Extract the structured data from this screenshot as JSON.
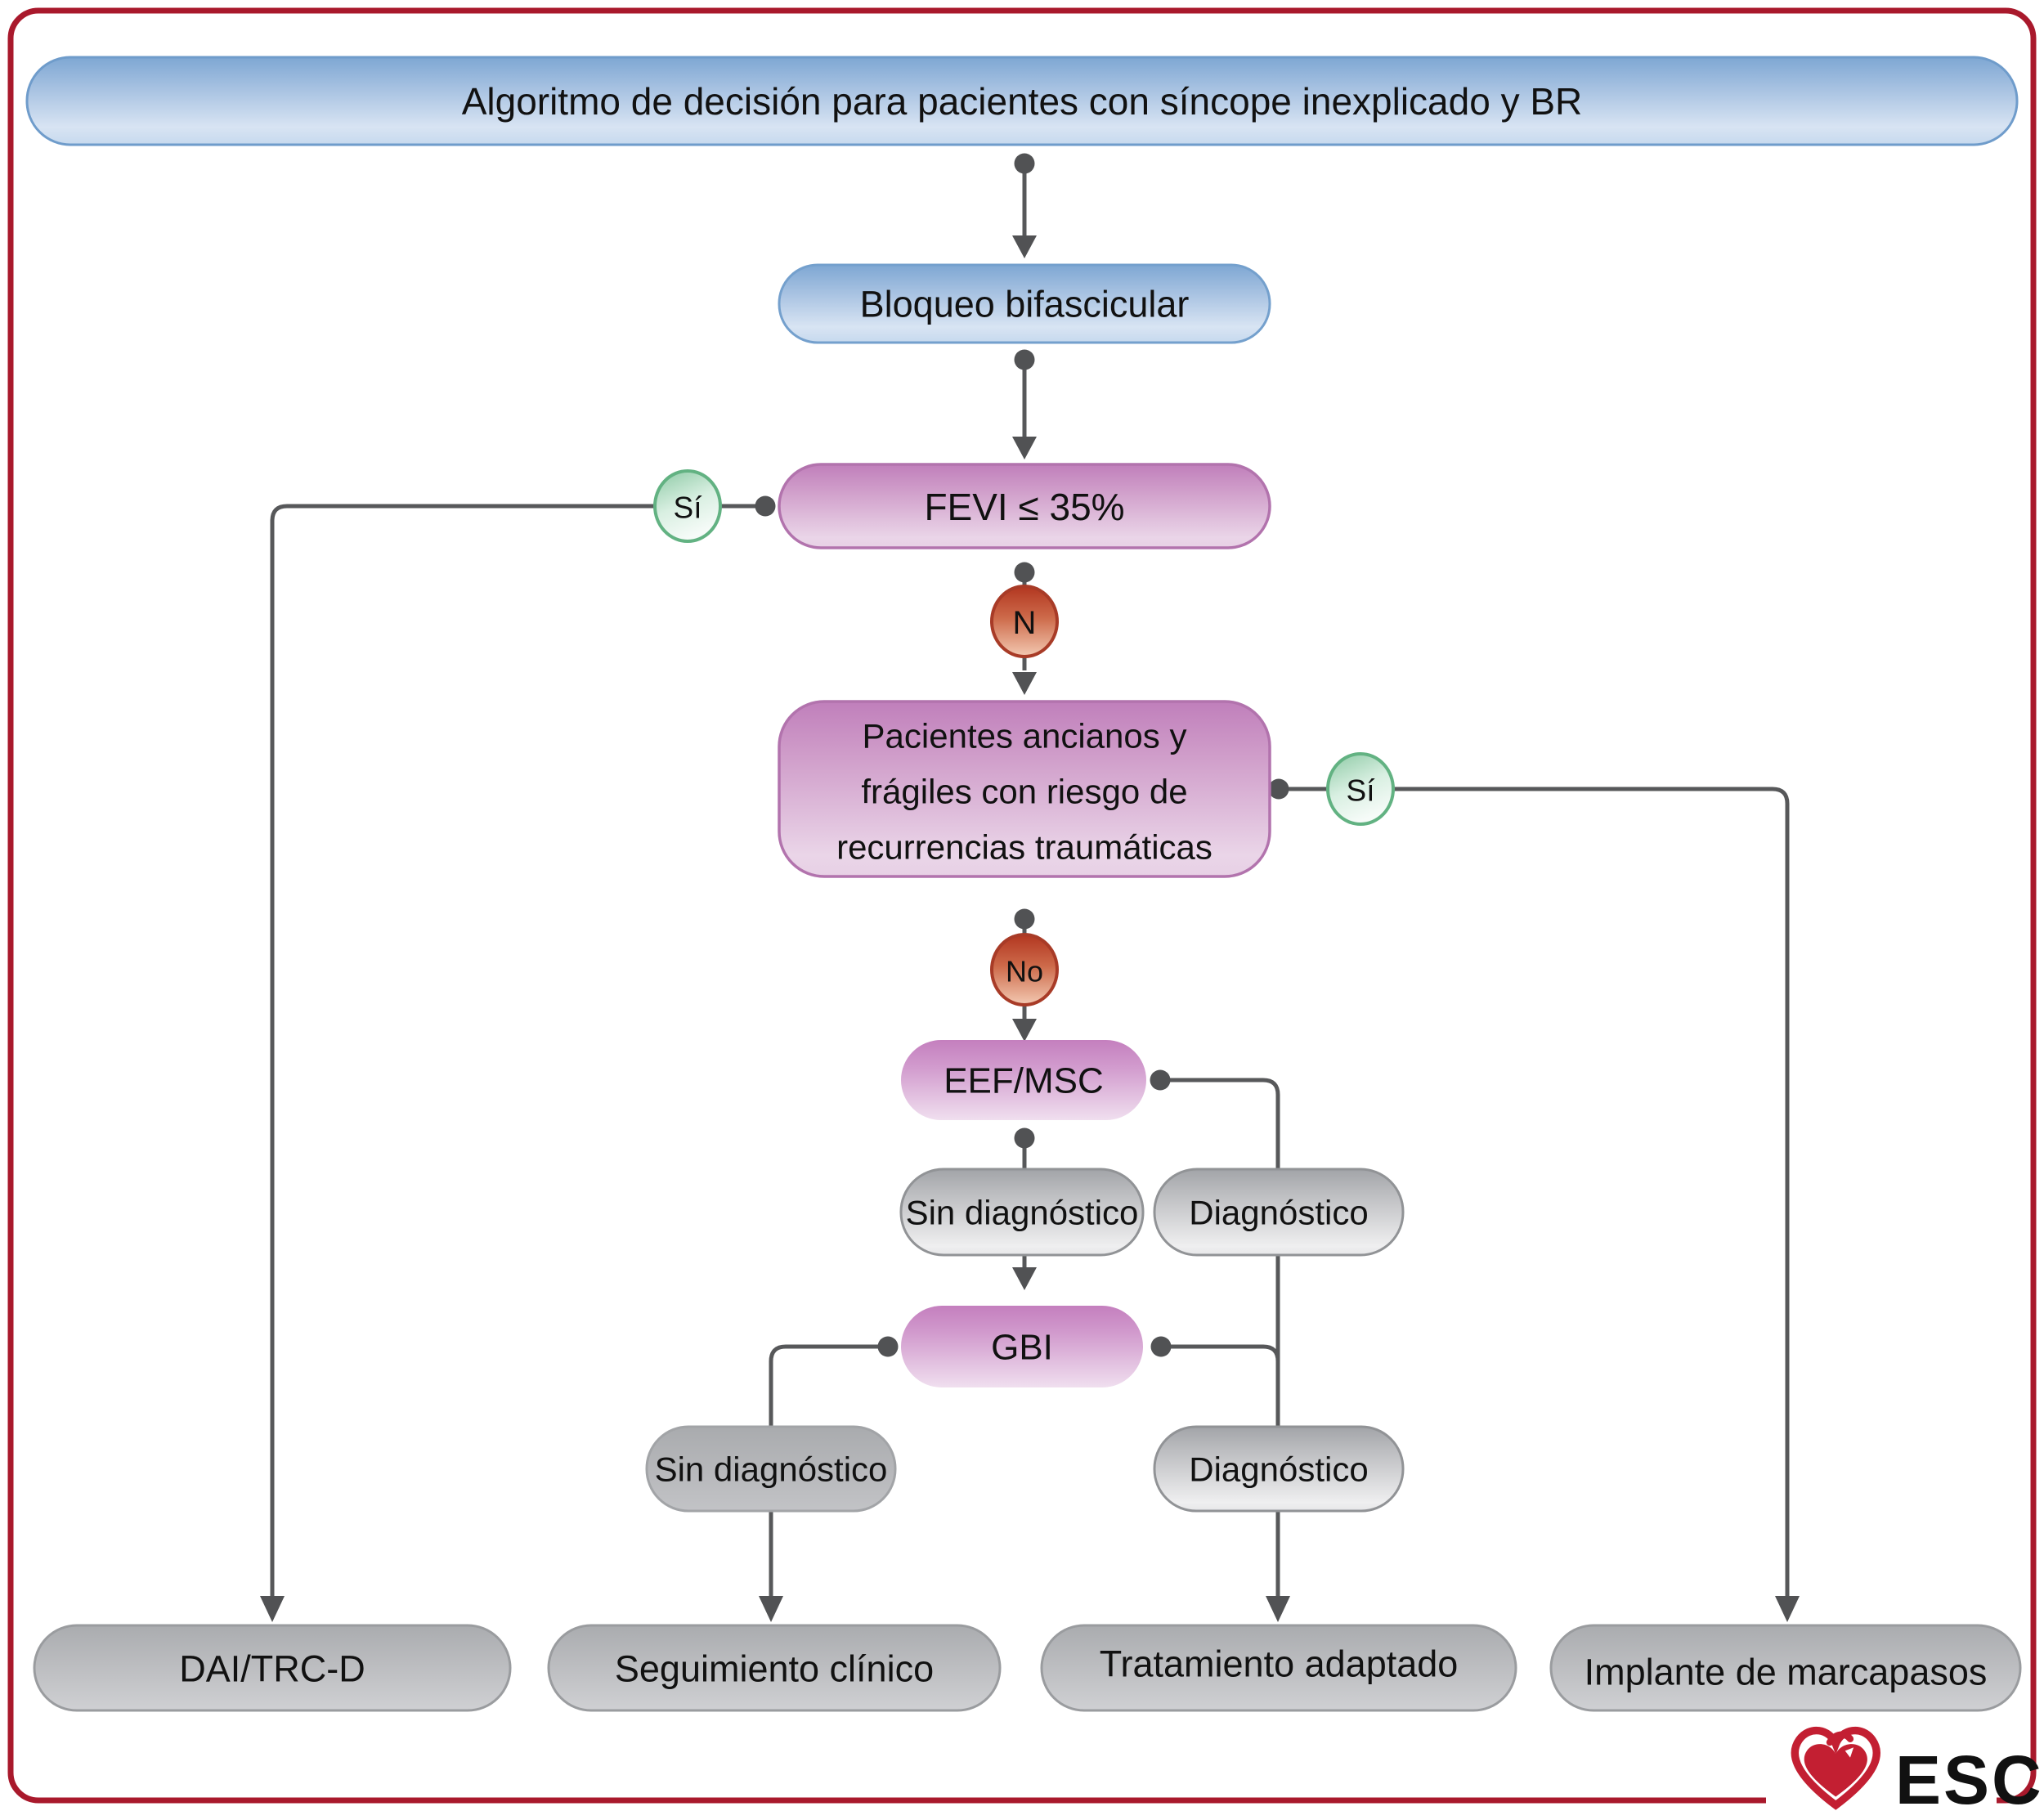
{
  "title": "Algoritmo de decisión para pacientes con síncope inexplicado y BR",
  "nodes": {
    "bloqueo": "Bloqueo bifascicular",
    "fevi": "FEVI ≤ 35%",
    "pacientes_l1": "Pacientes ancianos y",
    "pacientes_l2": "frágiles con riesgo de",
    "pacientes_l3": "recurrencias traumáticas",
    "eef": "EEF/MSC",
    "gbi": "GBI",
    "sin_diagnostico_1": "Sin diagnóstico",
    "diagnostico_1": "Diagnóstico",
    "sin_diagnostico_2": "Sin diagnóstico",
    "diagnostico_2": "Diagnóstico",
    "dai": "DAI/TRC-D",
    "seguimiento": "Seguimiento clínico",
    "tratamiento": "Tratamiento adaptado",
    "implante": "Implante de marcapasos"
  },
  "decision_labels": {
    "si_left": "Sí",
    "si_right": "Sí",
    "n_short": "N",
    "no": "No"
  },
  "logo": {
    "text": "ESC"
  },
  "colors": {
    "frame_red": "#a9192c",
    "blue_top": "#7ea7d3",
    "blue_bottom": "#c9dbee",
    "pink_top": "#c07fbb",
    "pink_bottom": "#eedcec",
    "green_circle": "#6ab585",
    "red_circle": "#b13620",
    "silver_top": "#a2a4a8",
    "silver_bottom": "#ededee",
    "gray_box": "#bbbcbf",
    "line_gray": "#57585a",
    "logo_red": "#c31f32",
    "text_black": "#111111"
  }
}
